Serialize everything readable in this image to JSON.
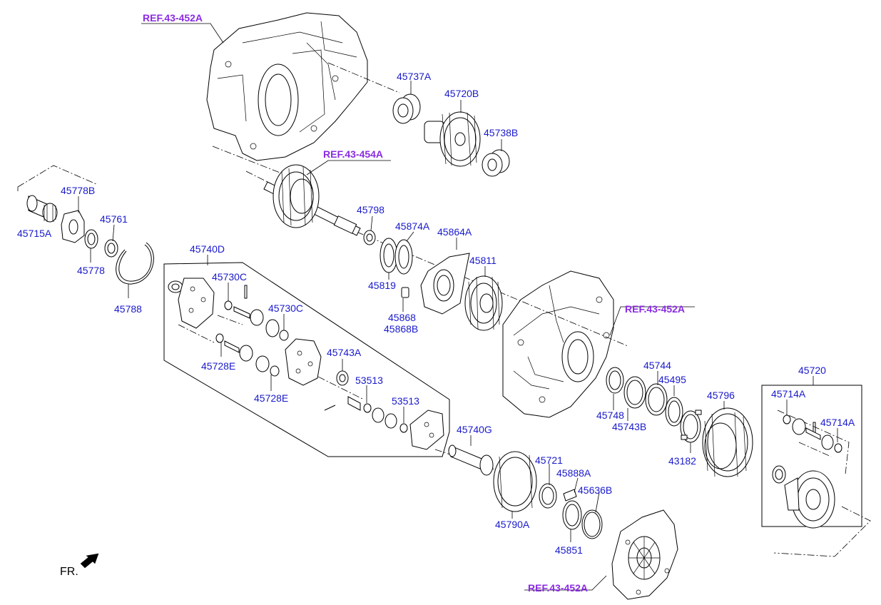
{
  "colors": {
    "label": "#1a1acc",
    "reference": "#8a2be2",
    "line": "#000000"
  },
  "refs": {
    "ref_top": "REF.43-452A",
    "ref_shaft": "REF.43-454A",
    "ref_right": "REF.43-452A",
    "ref_bottom": "REF.43-452A"
  },
  "labels": {
    "p45737A": "45737A",
    "p45720B": "45720B",
    "p45738B": "45738B",
    "p45778B": "45778B",
    "p45761": "45761",
    "p45715A": "45715A",
    "p45778": "45778",
    "p45788": "45788",
    "p45740D": "45740D",
    "p45730C_1": "45730C",
    "p45730C_2": "45730C",
    "p45728E_1": "45728E",
    "p45728E_2": "45728E",
    "p45743A": "45743A",
    "p53513_1": "53513",
    "p53513_2": "53513",
    "p45798": "45798",
    "p45874A": "45874A",
    "p45864A": "45864A",
    "p45819": "45819",
    "p45811": "45811",
    "p45868": "45868",
    "p45868B": "45868B",
    "p45740G": "45740G",
    "p45721": "45721",
    "p45888A": "45888A",
    "p45636B": "45636B",
    "p45790A": "45790A",
    "p45851": "45851",
    "p45744": "45744",
    "p45495": "45495",
    "p45748": "45748",
    "p45743B": "45743B",
    "p43182": "43182",
    "p45796": "45796",
    "p45720": "45720",
    "p45714A_1": "45714A",
    "p45714A_2": "45714A"
  },
  "direction": {
    "label": "FR."
  }
}
